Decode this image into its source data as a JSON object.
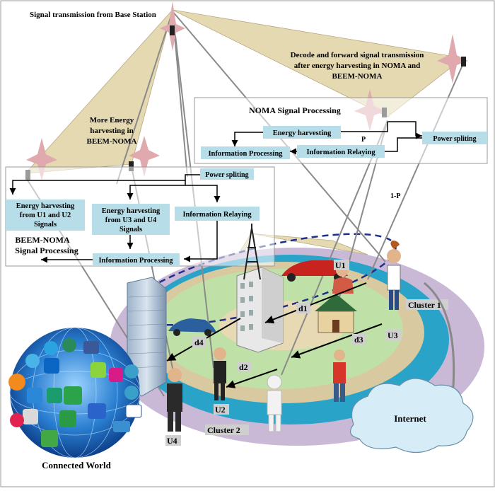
{
  "labels": {
    "title_bs": "Signal transmission from Base Station",
    "decode_forward": [
      "Decode and forward signal transmission",
      "after energy harvesting in NOMA and",
      "BEEM-NOMA"
    ],
    "more_energy": [
      "More Energy",
      "harvesting in",
      "BEEM-NOMA"
    ],
    "noma_title": "NOMA Signal Processing",
    "beem_title": [
      "BEEM-NOMA",
      "Signal Processing"
    ],
    "p": "P",
    "one_minus_p": "1-P",
    "connected_world": "Connected World",
    "internet": "Internet",
    "cluster1": "Cluster 1",
    "cluster2": "Cluster 2"
  },
  "noma_boxes": {
    "energy_harvesting": "Energy harvesting",
    "power_spliting": "Power spliting",
    "information_processing": "Information Processing",
    "information_relaying": "Information Relaying"
  },
  "beem_boxes": {
    "power_spliting": "Power spliting",
    "eh_u1u2": [
      "Energy harvesting",
      "from U1 and U2",
      "Signals"
    ],
    "eh_u3u4": [
      "Energy harvesting",
      "from U3 and U4",
      "Signals"
    ],
    "information_relaying": "Information Relaying",
    "information_processing": "Information Processing"
  },
  "users": {
    "u1": "U1",
    "u2": "U2",
    "u3": "U3",
    "u4": "U4"
  },
  "distances": {
    "d1": "d1",
    "d2": "d2",
    "d3": "d3",
    "d4": "d4"
  },
  "colors": {
    "box_fill": "#b7dde8",
    "beam_fill": "#e5d9b2",
    "satellite_star": "#e0a9ad",
    "outer_ring": "#c9b8d6",
    "teal_ring": "#2aa3c9",
    "grass": "#bfe0a6"
  }
}
